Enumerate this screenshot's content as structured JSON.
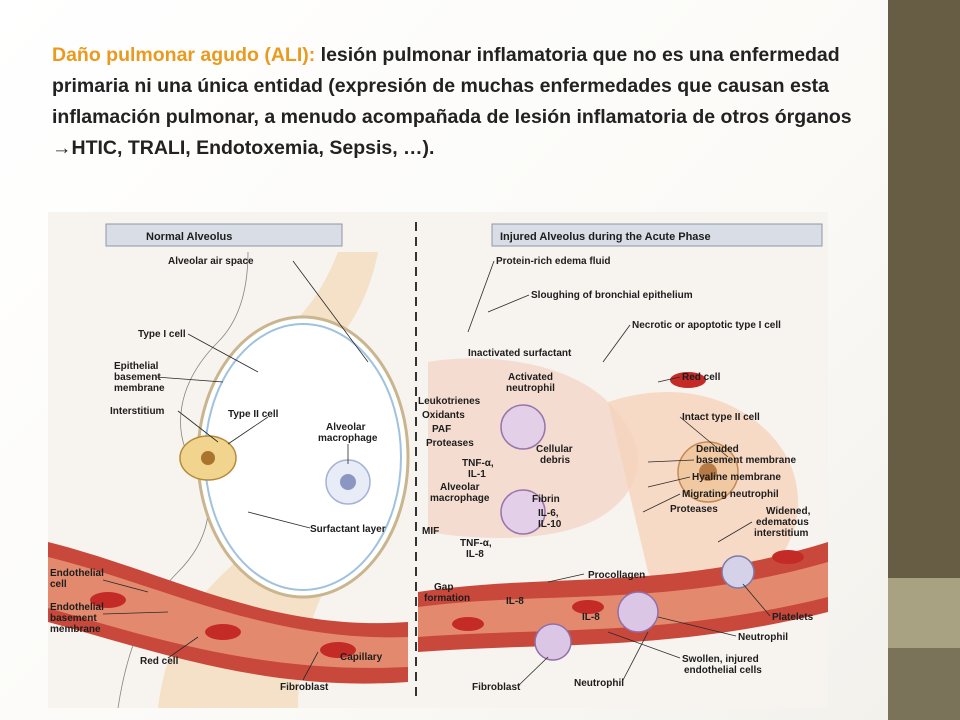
{
  "slide": {
    "heading": {
      "term": "Daño pulmonar agudo (ALI):",
      "text": " lesión pulmonar  inflamatoria que no es una enfermedad primaria ni una única entidad (expresión de muchas enfermedades  que causan esta inflamación pulmonar, a menudo acompañada de lesión inflamatoria de otros órganos ",
      "arrow": "→",
      "tail": "HTIC, TRALI, Endotoxemia, Sepsis, …)."
    },
    "colors": {
      "term": "#ea9a1e",
      "sidebar": "#675d44",
      "sidebar_segment_1": "#a8a283",
      "sidebar_segment_2": "#7a7259"
    }
  },
  "figure": {
    "left_title": "Normal Alveolus",
    "right_title": "Injured Alveolus during the Acute Phase",
    "left_labels": {
      "air_space": "Alveolar air space",
      "type1": "Type I cell",
      "epi1": "Epithelial",
      "epi2": "basement",
      "epi3": "membrane",
      "interstitium": "Interstitium",
      "type2": "Type II cell",
      "macro1": "Alveolar",
      "macro2": "macrophage",
      "surfactant": "Surfactant layer",
      "endo1": "Endothelial",
      "endo2": "cell",
      "endobm1": "Endothelial",
      "endobm2": "basement",
      "endobm3": "membrane",
      "red_cell": "Red cell",
      "capillary": "Capillary",
      "fibroblast": "Fibroblast"
    },
    "right_labels": {
      "edema": "Protein-rich edema fluid",
      "slough": "Sloughing of bronchial epithelium",
      "necrotic": "Necrotic or apoptotic type I cell",
      "inact_surf": "Inactivated surfactant",
      "act_neut1": "Activated",
      "act_neut2": "neutrophil",
      "red_cell": "Red cell",
      "leuko": "Leukotrienes",
      "oxidants": "Oxidants",
      "paf": "PAF",
      "proteases": "Proteases",
      "intact2": "Intact type II cell",
      "tnf1": "TNF-α,",
      "il1": "IL-1",
      "debris1": "Cellular",
      "debris2": "debris",
      "denuded1": "Denuded",
      "denuded2": "basement membrane",
      "hyaline": "Hyaline membrane",
      "macro1": "Alveolar",
      "macro2": "macrophage",
      "fibrin": "Fibrin",
      "il6": "IL-6,",
      "il10": "IL-10",
      "migrating": "Migrating neutrophil",
      "proteases2": "Proteases",
      "widened1": "Widened,",
      "widened2": "edematous",
      "widened3": "interstitium",
      "mif": "MIF",
      "tnf2": "TNF-α,",
      "il8a": "IL-8",
      "procollagen": "Procollagen",
      "gap1": "Gap",
      "gap2": "formation",
      "il8b": "IL-8",
      "il8c": "IL-8",
      "platelets": "Platelets",
      "neutrophil": "Neutrophil",
      "swollen1": "Swollen, injured",
      "swollen2": "endothelial cells",
      "fibroblast": "Fibroblast",
      "neutrophil2": "Neutrophil"
    }
  }
}
